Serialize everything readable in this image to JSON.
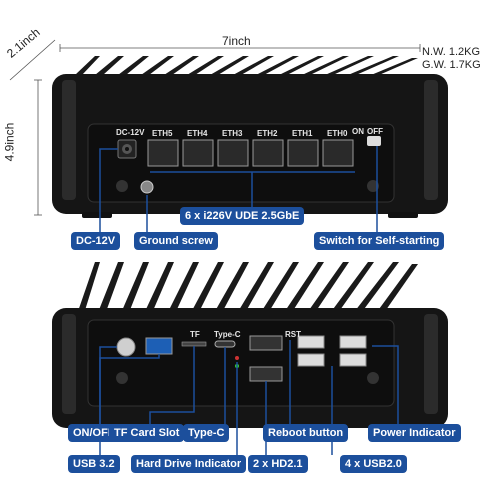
{
  "dimensions": {
    "width": "7inch",
    "depth": "2.1inch",
    "height": "4.9inch"
  },
  "weight": {
    "net": "N.W. 1.2KG",
    "gross": "G.W. 1.7KG"
  },
  "front": {
    "dc_label": "DC-12V",
    "eth_ports": [
      "ETH5",
      "ETH4",
      "ETH3",
      "ETH2",
      "ETH1",
      "ETH0"
    ],
    "switch_on": "ON",
    "switch_off": "OFF",
    "callouts": {
      "nic": "6 x i226V UDE 2.5GbE",
      "dc": "DC-12V",
      "ground": "Ground screw",
      "switch": "Switch for Self-starting"
    }
  },
  "back": {
    "tf_label": "TF",
    "typec_label": "Type-C",
    "rst_label": "RST",
    "callouts": {
      "onoff": "ON/OFF",
      "tfslot": "TF Card Slot",
      "typec": "Type-C",
      "reboot": "Reboot button",
      "power": "Power Indicator",
      "usb32": "USB 3.2",
      "hdd": "Hard Drive Indicator",
      "hd": "2 x HD2.1",
      "usb20": "4 x USB2.0"
    }
  },
  "colors": {
    "callout_bg": "#1c4f9c",
    "device_body": "#151515",
    "leader_line": "#1c4f9c"
  }
}
